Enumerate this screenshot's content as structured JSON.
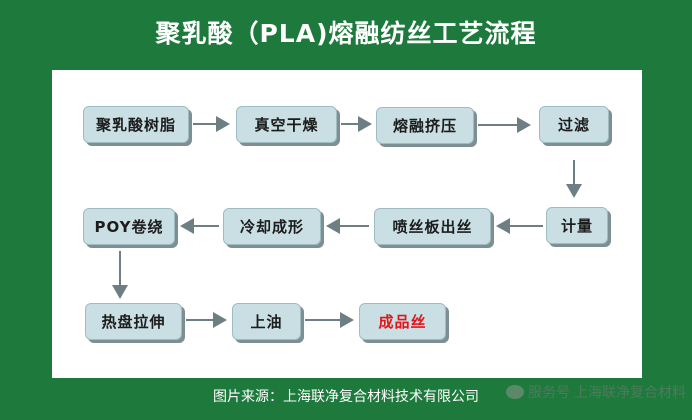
{
  "title": "聚乳酸（PLA)熔融纺丝工艺流程",
  "steps": [
    {
      "label": "聚乳酸树脂"
    },
    {
      "label": "真空干燥"
    },
    {
      "label": "熔融挤压"
    },
    {
      "label": "过滤"
    },
    {
      "label": "计量"
    },
    {
      "label": "喷丝板出丝"
    },
    {
      "label": "冷却成形"
    },
    {
      "label": "POY卷绕"
    },
    {
      "label": "热盘拉伸"
    },
    {
      "label": "上油"
    },
    {
      "label": "成品丝"
    }
  ],
  "colors": {
    "background": "#1e7a3c",
    "box": "#c9dfe4",
    "final_text": "#e3141b"
  },
  "footer": "图片来源：上海联净复合材料技术有限公司",
  "watermark": {
    "prefix": "服务号",
    "company": "上海联净复合材料"
  }
}
